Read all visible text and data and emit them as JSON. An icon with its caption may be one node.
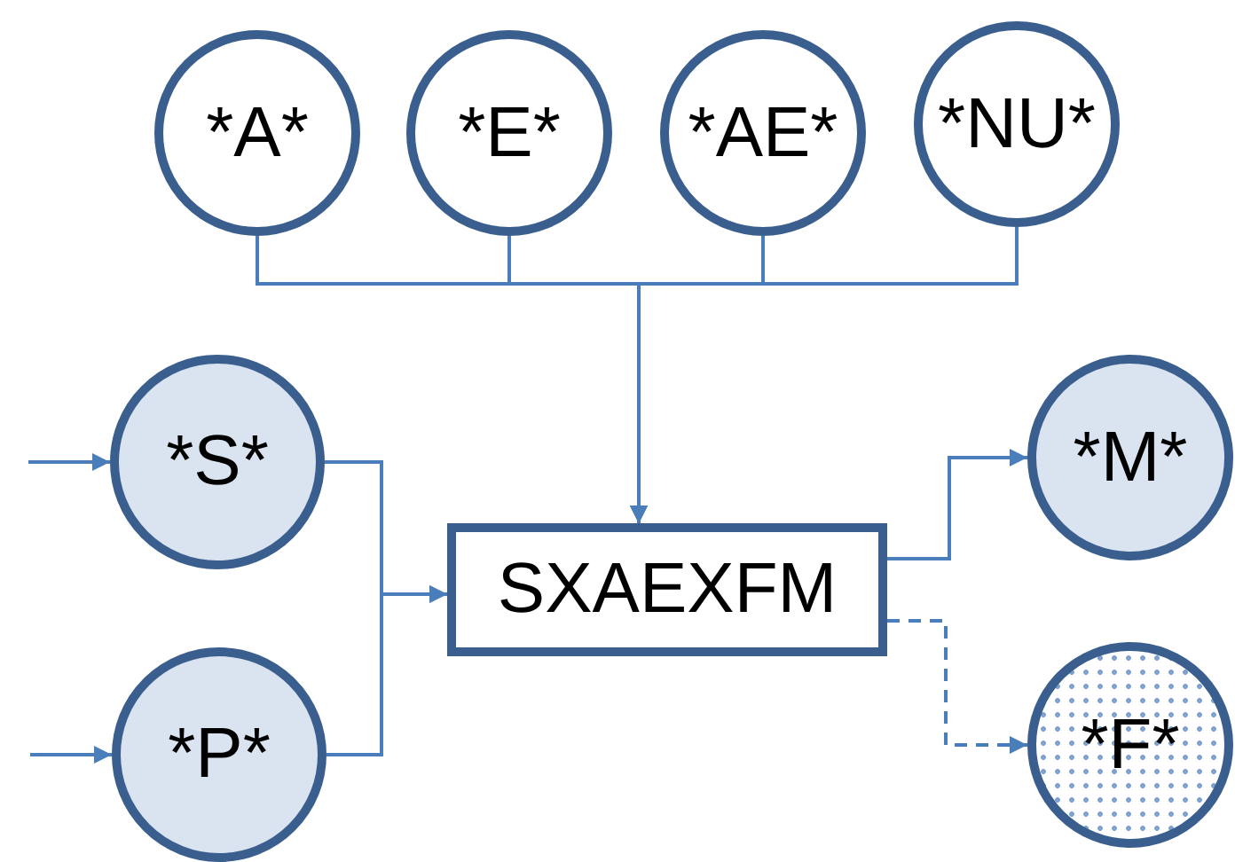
{
  "diagram": {
    "nodes": [
      {
        "text": [
          "*A*"
        ]
      },
      {
        "text": [
          "*E*"
        ]
      },
      {
        "text": [
          "*AE*"
        ]
      },
      {
        "text": [
          "*NU*"
        ]
      },
      {
        "text": [
          "*S*"
        ]
      },
      {
        "text": [
          "*P*"
        ]
      },
      {
        "text": [
          "SXAEXFM"
        ]
      },
      {
        "text": [
          "*M*"
        ]
      },
      {
        "text": [
          "*F*"
        ]
      }
    ],
    "edges": [
      {
        "from": 0,
        "to": 6,
        "arrow": "to"
      },
      {
        "from": 1,
        "to": 6,
        "arrow": "to"
      },
      {
        "from": 2,
        "to": 6,
        "arrow": "to"
      },
      {
        "from": 3,
        "to": 6,
        "arrow": "to"
      },
      {
        "from": null,
        "to": 4,
        "arrow": "to"
      },
      {
        "from": null,
        "to": 5,
        "arrow": "to"
      },
      {
        "from": 4,
        "to": 6,
        "arrow": "to"
      },
      {
        "from": 5,
        "to": 6,
        "arrow": "to"
      },
      {
        "from": 6,
        "to": 7,
        "arrow": "to"
      },
      {
        "from": 6,
        "to": 8,
        "arrow": "to",
        "style": "dashed"
      }
    ]
  }
}
